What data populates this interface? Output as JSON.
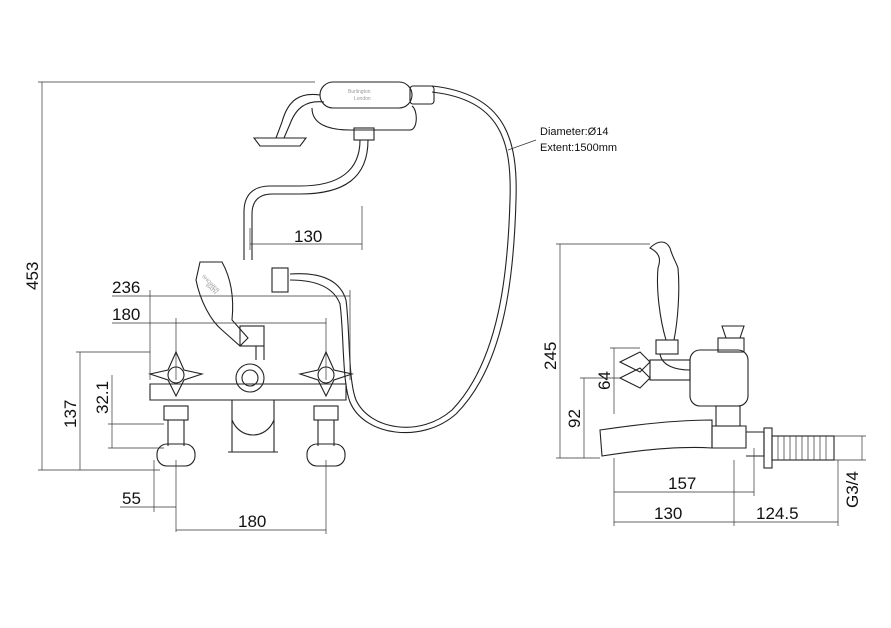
{
  "dimensions": {
    "overall_height": "453",
    "shower_offset": "130",
    "outer_width": "236",
    "handle_spacing": "180",
    "outlet_height": "137",
    "inlet_spacing": "32.1",
    "inlet_offset": "55",
    "inlet_centres": "180",
    "side_height": "245",
    "handle_height": "64",
    "spout_height": "92",
    "projection": "157",
    "spout_reach": "130",
    "inlet_length": "124.5",
    "thread": "G3/4"
  },
  "hose_note": {
    "diameter": "Diameter:Ø14",
    "extent": "Extent:1500mm"
  },
  "branding": {
    "handset_brand": "Burlington",
    "handset_sub": "London",
    "lever_label_1": "SHOWER",
    "lever_label_2": "BATH"
  }
}
